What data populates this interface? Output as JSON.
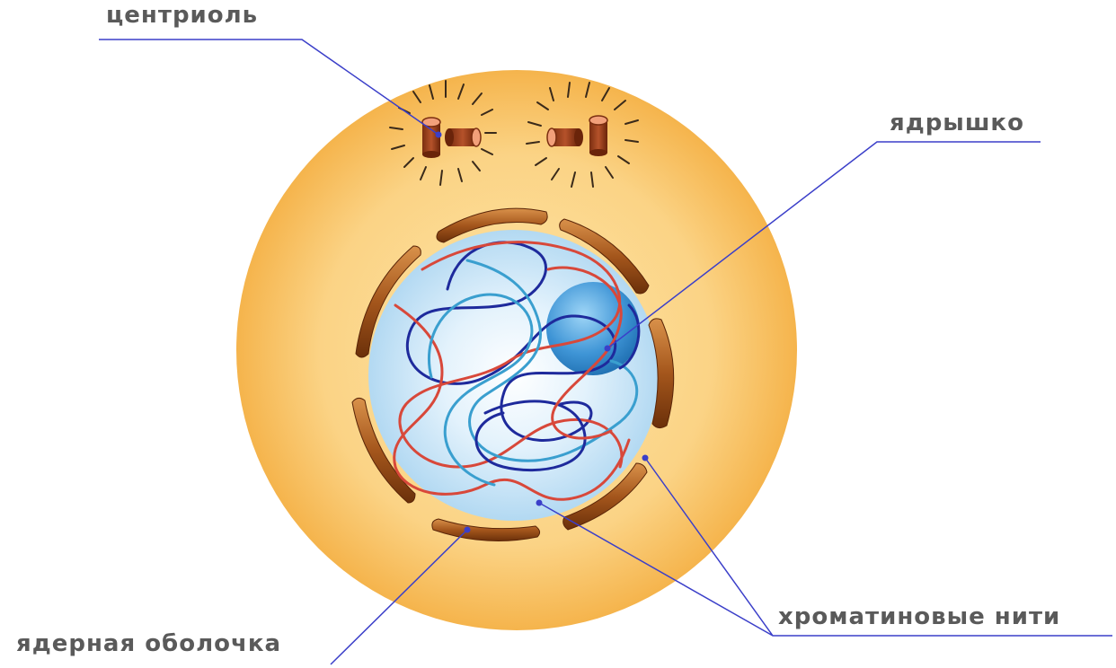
{
  "labels": {
    "centriole": "центриоль",
    "nucleolus": "ядрышко",
    "chromatin": "хроматиновые нити",
    "envelope": "ядерная оболочка"
  },
  "colors": {
    "cytoplasm": "#f9c86a",
    "nucleus": "#c8e6f8",
    "envelope": "#9a4a12",
    "nucleolus": "#3f95d6",
    "chromatin_red": "#d8483a",
    "chromatin_blue": "#1e2a9c",
    "chromatin_light": "#3a9fcf",
    "leader_line": "#3b3fc9",
    "label_text": "#5a5a5a"
  }
}
